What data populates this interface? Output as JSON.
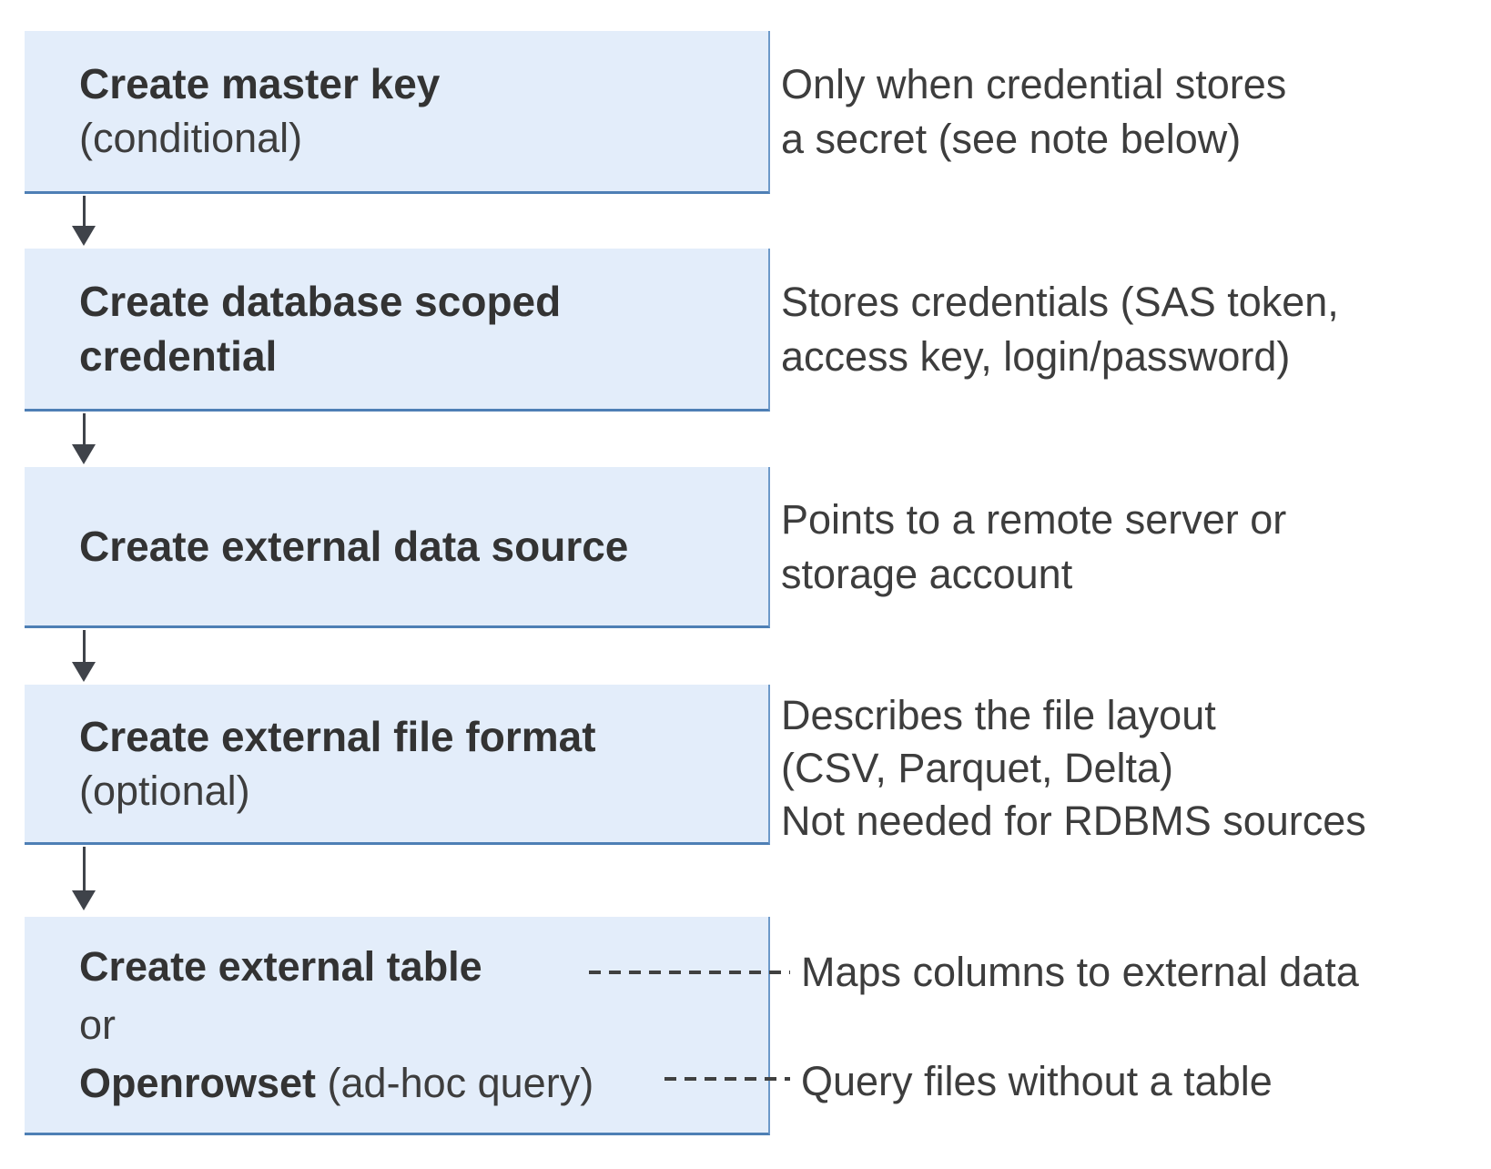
{
  "diagram": {
    "colors": {
      "box_fill": "#E3EDFA",
      "box_border_bottom": "#4E7FB5",
      "box_border_right": "#6D99C9",
      "arrow": "#3F434A",
      "dash": "#404040",
      "title_text": "#333333",
      "body_text": "#3D3D3D"
    },
    "steps": [
      {
        "title": "Create master key",
        "subtitle": "(conditional)",
        "desc_lines": [
          "Only when credential stores",
          "a secret (see note below)"
        ]
      },
      {
        "title": "Create database scoped credential",
        "desc_lines": [
          "Stores credentials (SAS token,",
          "access key, login/password)"
        ]
      },
      {
        "title": "Create external data source",
        "desc_lines": [
          "Points to a remote server or",
          "storage account"
        ]
      },
      {
        "title": "Create external file format",
        "subtitle": "(optional)",
        "desc_lines": [
          "Describes the file layout",
          "(CSV, Parquet, Delta)",
          "Not needed for RDBMS sources"
        ]
      },
      {
        "title": "Create external table",
        "or_label": "or",
        "alt_title": "Openrowset",
        "alt_suffix": " (ad-hoc query)",
        "callouts": [
          "Maps columns to external data",
          "Query files without a table"
        ]
      }
    ]
  }
}
